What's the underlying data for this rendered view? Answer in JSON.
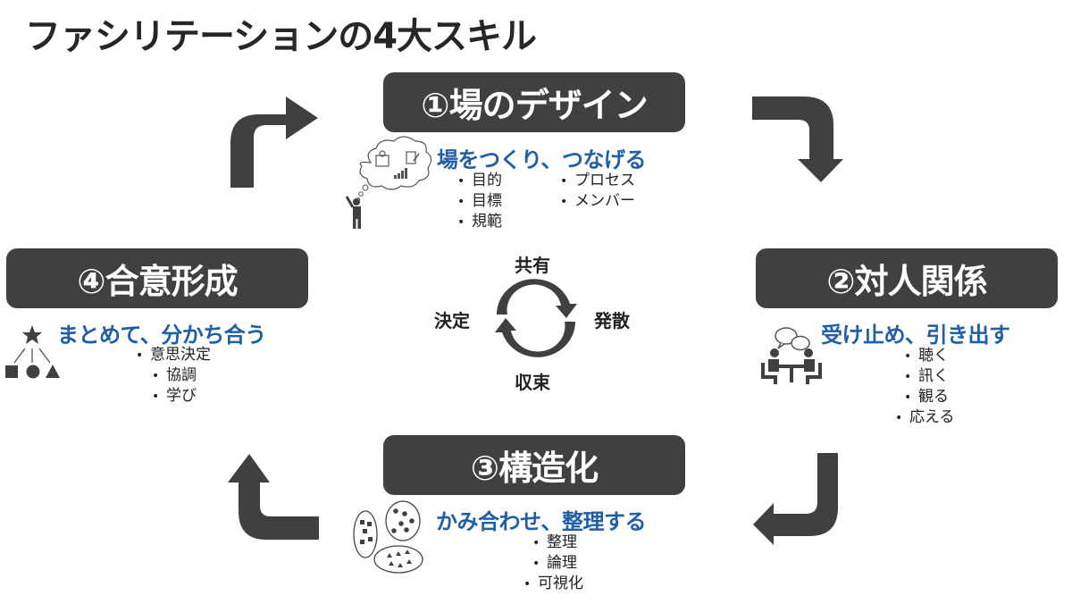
{
  "title": "ファシリテーションの4大スキル",
  "colors": {
    "box_bg": "#404040",
    "box_text": "#ffffff",
    "tagline": "#1f5fa8",
    "arrow": "#404040",
    "body_text": "#222222"
  },
  "skills": [
    {
      "label": "①場のデザイン",
      "tagline": "場をつくり、つなげる",
      "icon": "person-thinking-cloud-icon",
      "items_col1": [
        "目的",
        "目標",
        "規範"
      ],
      "items_col2": [
        "プロセス",
        "メンバー"
      ]
    },
    {
      "label": "②対人関係",
      "tagline": "受け止め、引き出す",
      "icon": "meeting-people-icon",
      "items": [
        "聴く",
        "訊く",
        "観る",
        "応える"
      ]
    },
    {
      "label": "③構造化",
      "tagline": "かみ合わせ、整理する",
      "icon": "grouped-shapes-icon",
      "items": [
        "整理",
        "論理",
        "可視化"
      ]
    },
    {
      "label": "④合意形成",
      "tagline": "まとめて、分かち合う",
      "icon": "shapes-to-star-icon",
      "items": [
        "意思決定",
        "協調",
        "学び"
      ]
    }
  ],
  "cycle": {
    "top": "共有",
    "right": "発散",
    "bottom": "収束",
    "left": "決定"
  }
}
